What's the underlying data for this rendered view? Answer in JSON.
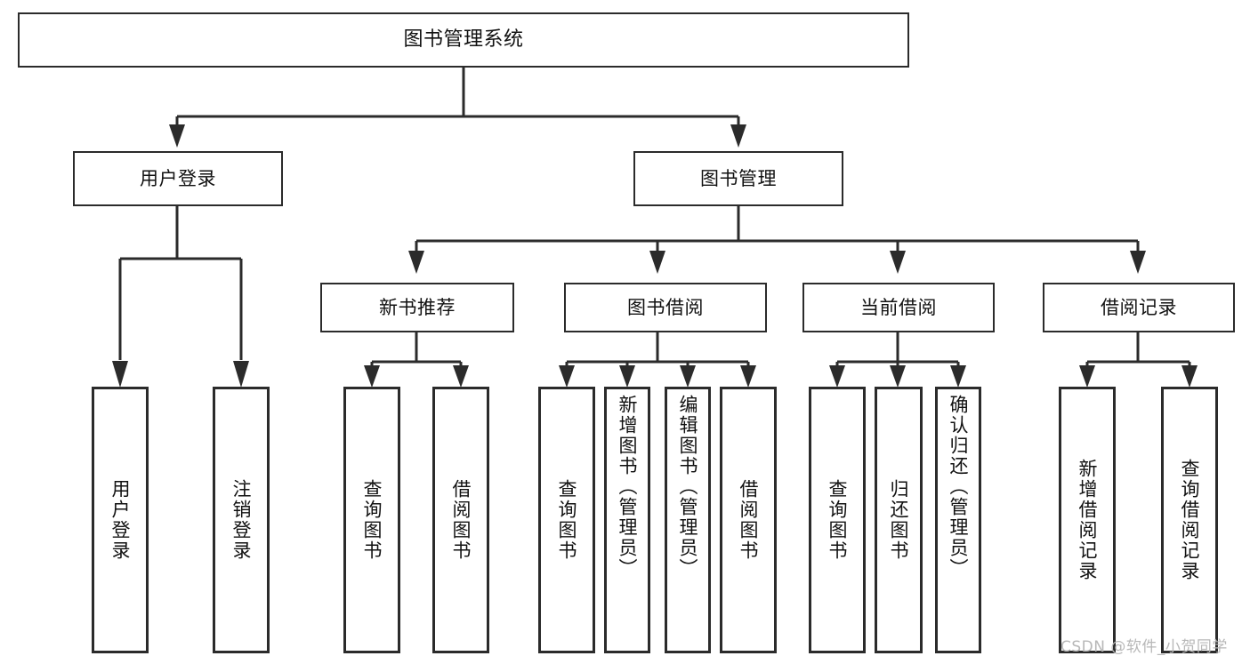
{
  "diagram": {
    "type": "tree",
    "title": "图书管理系统",
    "root": {
      "label": "图书管理系统"
    },
    "level2": [
      {
        "label": "用户登录"
      },
      {
        "label": "图书管理"
      }
    ],
    "level3": [
      {
        "label": "新书推荐"
      },
      {
        "label": "图书借阅"
      },
      {
        "label": "当前借阅"
      },
      {
        "label": "借阅记录"
      }
    ],
    "leaves": {
      "user_login": [
        {
          "label": "用户登录"
        },
        {
          "label": "注销登录"
        }
      ],
      "new_book_recommend": [
        {
          "label": "查询图书"
        },
        {
          "label": "借阅图书"
        }
      ],
      "book_borrow": [
        {
          "label": "查询图书"
        },
        {
          "label": "新增图书（管理员）"
        },
        {
          "label": "编辑图书（管理员）"
        },
        {
          "label": "借阅图书"
        }
      ],
      "current_borrow": [
        {
          "label": "查询图书"
        },
        {
          "label": "归还图书"
        },
        {
          "label": "确认归还（管理员）"
        }
      ],
      "borrow_record": [
        {
          "label": "新增借阅记录"
        },
        {
          "label": "查询借阅记录"
        }
      ]
    }
  },
  "watermark": {
    "text": "CSDN @软件_小贺同学"
  },
  "colors": {
    "stroke": "#2b2b2b",
    "background": "#ffffff",
    "text": "#111111",
    "watermark": "#b8b8b8"
  }
}
